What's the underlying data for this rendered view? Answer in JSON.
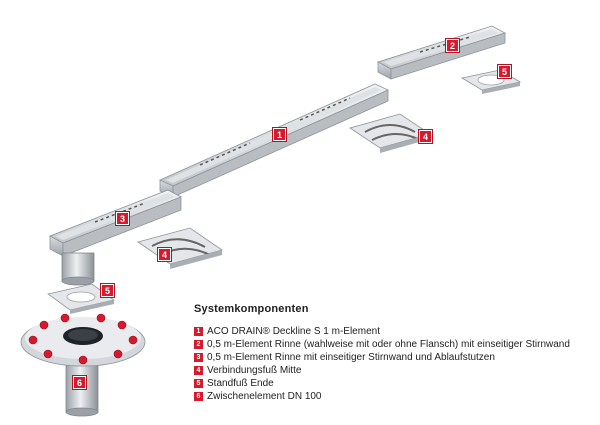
{
  "legend": {
    "title": "Systemkomponenten",
    "items": [
      {
        "num": "1",
        "text": "ACO DRAIN® Deckline S 1 m-Element"
      },
      {
        "num": "2",
        "text": "0,5 m-Element Rinne (wahlweise mit oder ohne Flansch) mit einseitiger Stirnwand"
      },
      {
        "num": "3",
        "text": "0,5 m-Element Rinne mit einseitiger Stirnwand und Ablaufstutzen"
      },
      {
        "num": "4",
        "text": "Verbindungsfuß Mitte"
      },
      {
        "num": "5",
        "text": "Standfuß Ende"
      },
      {
        "num": "6",
        "text": "Zwischenelement DN 100"
      }
    ]
  },
  "markers": [
    "1",
    "2",
    "3",
    "4",
    "4",
    "5",
    "5",
    "6"
  ],
  "colors": {
    "marker": "#d7192d",
    "steel": "#c8ccd0"
  }
}
